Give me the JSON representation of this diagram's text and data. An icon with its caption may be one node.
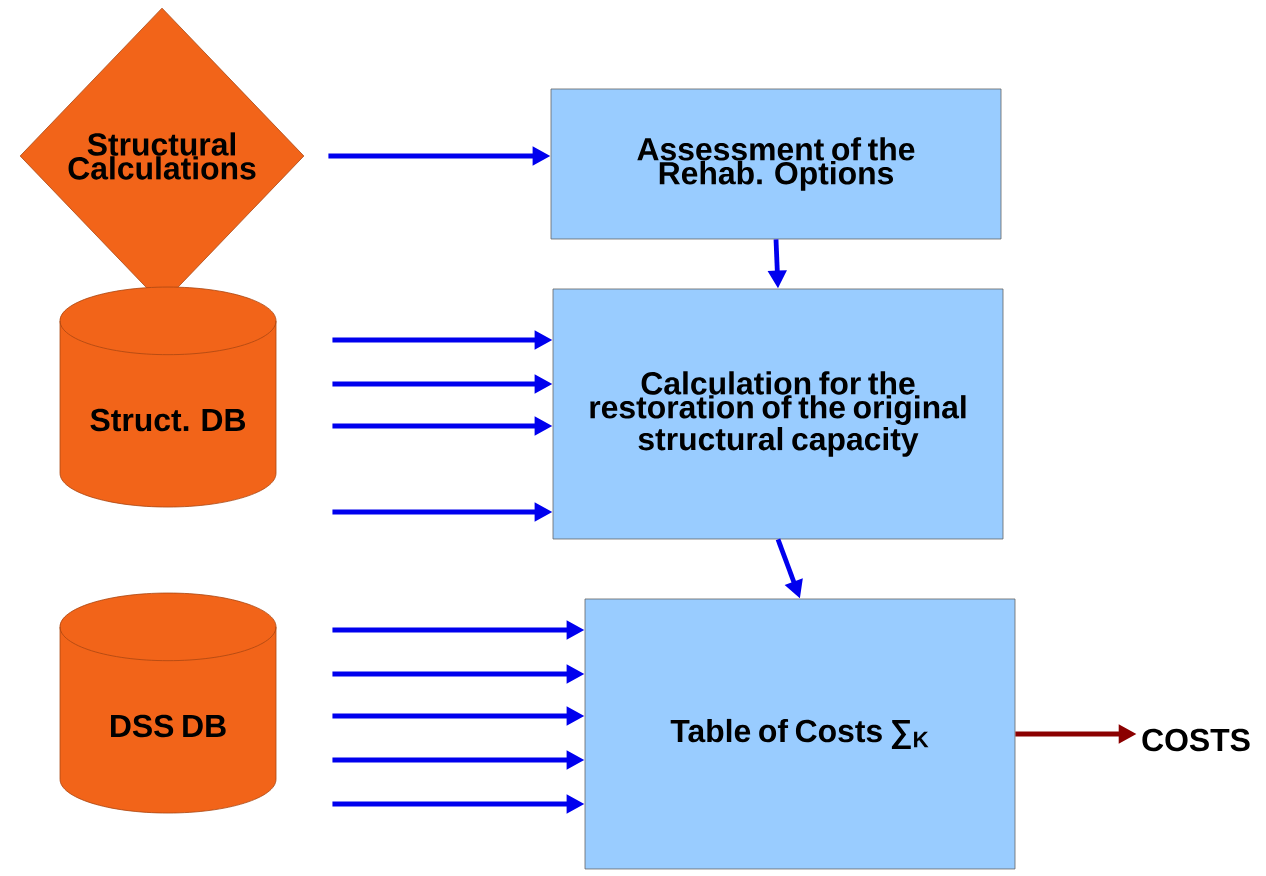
{
  "diagram": {
    "nodes": [
      {
        "text": [
          "Structural Calculations"
        ]
      },
      {
        "text": [
          "Assessment of the Rehab. Options"
        ]
      },
      {
        "text": [
          "Struct. DB"
        ]
      },
      {
        "text": [
          "Calculation for the restoration of the original structural capacity"
        ]
      },
      {
        "text": [
          "DSS DB"
        ]
      },
      {
        "text": [
          "Table of Costs ∑$_{K}$"
        ]
      },
      {
        "text": [
          "COSTS"
        ]
      }
    ],
    "edges": [
      {
        "from": 0,
        "to": 1,
        "arrow": "to"
      },
      {
        "from": 1,
        "to": 3,
        "arrow": "to"
      },
      {
        "from": 3,
        "to": 5,
        "arrow": "to"
      },
      {
        "from": 2,
        "to": 3,
        "arrow": "to"
      },
      {
        "from": 2,
        "to": 3,
        "arrow": "to"
      },
      {
        "from": 2,
        "to": 3,
        "arrow": "to"
      },
      {
        "from": 2,
        "to": 3,
        "arrow": "to"
      },
      {
        "from": 4,
        "to": 5,
        "arrow": "to"
      },
      {
        "from": 4,
        "to": 5,
        "arrow": "to"
      },
      {
        "from": 4,
        "to": 5,
        "arrow": "to"
      },
      {
        "from": 4,
        "to": 5,
        "arrow": "to"
      },
      {
        "from": 4,
        "to": 5,
        "arrow": "to"
      },
      {
        "from": 5,
        "to": 6,
        "arrow": "to",
        "color": "#8b0000"
      }
    ]
  }
}
